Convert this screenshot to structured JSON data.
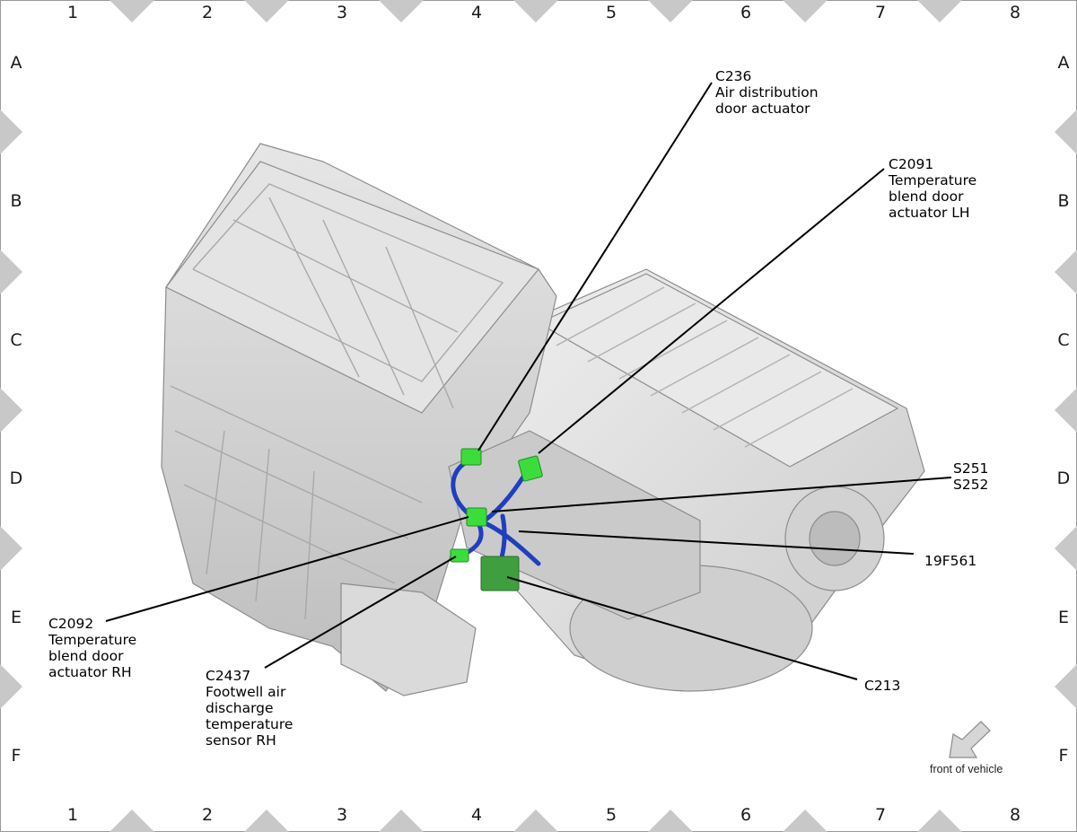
{
  "grid": {
    "columns": [
      "1",
      "2",
      "3",
      "4",
      "5",
      "6",
      "7",
      "8"
    ],
    "rows": [
      "A",
      "B",
      "C",
      "D",
      "E",
      "F"
    ]
  },
  "callouts": {
    "c236": "C236\nAir distribution\ndoor actuator",
    "c2091": "C2091\nTemperature\nblend door\nactuator LH",
    "s251": "S251\nS252",
    "f19f561": "19F561",
    "c2092": "C2092\nTemperature\nblend door\nactuator RH",
    "c2437": "C2437\nFootwell air\ndischarge\ntemperature\nsensor RH",
    "c213": "C213"
  },
  "legend": {
    "front_of_vehicle": "front of vehicle"
  },
  "colors": {
    "connector_green": "#3ddc3d",
    "harness_blue": "#1f3fbf",
    "housing_gray": "#d9d9d9",
    "grid_marker": "#c8c8c8"
  }
}
